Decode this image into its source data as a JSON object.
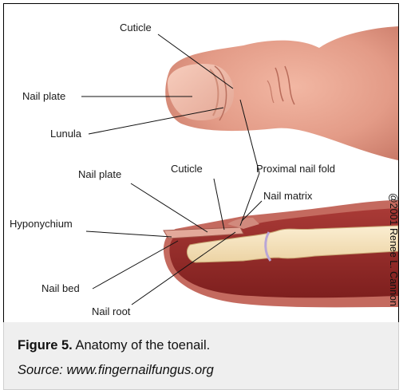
{
  "diagram": {
    "labels": {
      "cuticle_top": "Cuticle",
      "nail_plate_top": "Nail plate",
      "lunula": "Lunula",
      "nail_plate_lower": "Nail plate",
      "cuticle_lower": "Cuticle",
      "proximal_nail_fold": "Proximal nail fold",
      "nail_matrix": "Nail matrix",
      "hyponychium": "Hyponychium",
      "nail_bed": "Nail bed",
      "nail_root": "Nail root"
    },
    "credit": "@2001 Renee L. Cannon"
  },
  "caption": {
    "figure_number": "Figure 5.",
    "title": " Anatomy of the toenail.",
    "source": "Source: www.fingernailfungus.org"
  }
}
